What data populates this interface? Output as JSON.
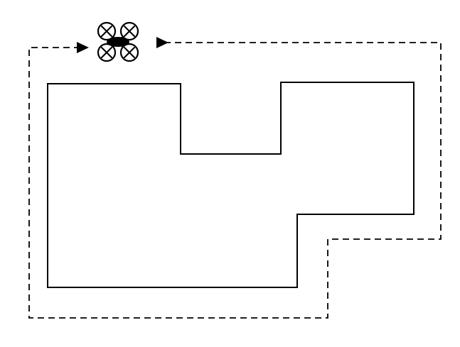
{
  "diagram": {
    "type": "drone-perimeter-flight-path",
    "colors": {
      "building_stroke": "#000000",
      "flight_path_stroke": "#000000",
      "drone": "#000000",
      "background": "#ffffff"
    },
    "building": {
      "shape": "L-shaped polygon with top notch"
    },
    "flight_path": {
      "style": "dashed",
      "direction": "clockwise",
      "direction_arrows": 2
    },
    "drone": {
      "icon": "quadcopter-icon",
      "rotor_count": 4
    }
  }
}
